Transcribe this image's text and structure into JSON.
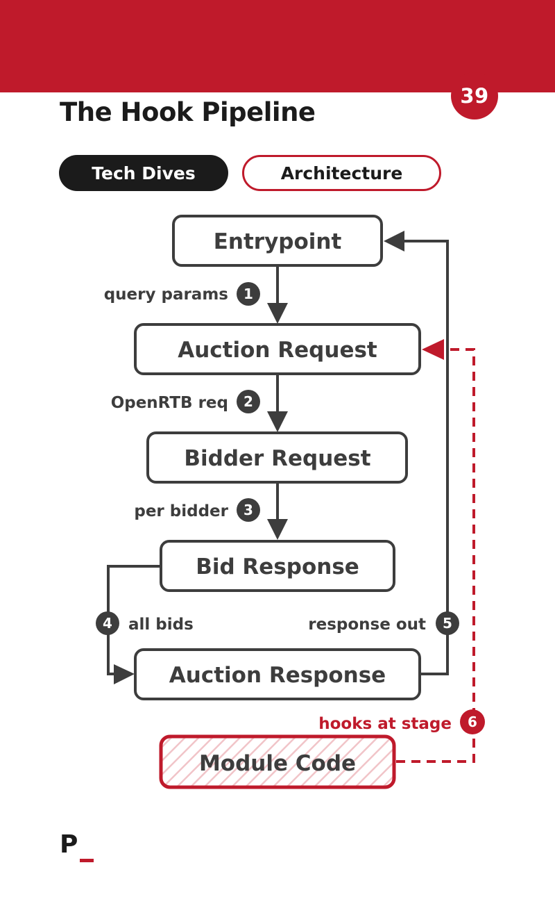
{
  "page_number": "39",
  "title": "The Hook Pipeline",
  "tags": [
    "Tech Dives",
    "Architecture"
  ],
  "diagram": {
    "nodes": {
      "entrypoint": "Entrypoint",
      "auction_request": "Auction Request",
      "bidder_request": "Bidder Request",
      "bid_response": "Bid Response",
      "auction_response": "Auction Response",
      "module_code": "Module Code"
    },
    "edges": [
      {
        "step": "1",
        "label": "query params"
      },
      {
        "step": "2",
        "label": "OpenRTB req"
      },
      {
        "step": "3",
        "label": "per bidder"
      },
      {
        "step": "4",
        "label": "all bids"
      },
      {
        "step": "5",
        "label": "response out"
      },
      {
        "step": "6",
        "label": "hooks at stage"
      }
    ]
  },
  "logo": {
    "letter": "P"
  },
  "colors": {
    "accent": "#bf1a2b",
    "dark": "#1b1b1b",
    "stroke": "#3d3d3d"
  }
}
